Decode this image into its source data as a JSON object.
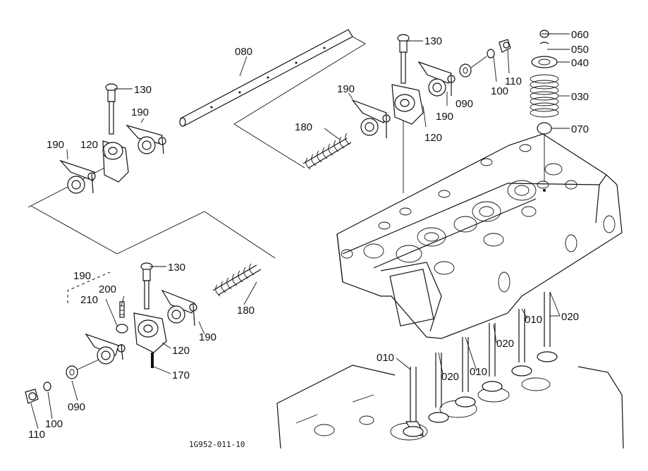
{
  "labels": {
    "p010a": "010",
    "p010b": "010",
    "p010c": "010",
    "p020a": "020",
    "p020b": "020",
    "p020c": "020",
    "p030": "030",
    "p040": "040",
    "p050": "050",
    "p060": "060",
    "p070": "070",
    "p080": "080",
    "p090a": "090",
    "p090b": "090",
    "p100a": "100",
    "p100b": "100",
    "p110a": "110",
    "p110b": "110",
    "p120a": "120",
    "p120b": "120",
    "p120c": "120",
    "p130a": "130",
    "p130b": "130",
    "p130c": "130",
    "p170": "170",
    "p180a": "180",
    "p180b": "180",
    "p190a": "190",
    "p190b": "190",
    "p190c": "190",
    "p190d": "190",
    "p190e": "190",
    "p190f": "190",
    "p200": "200",
    "p210": "210"
  },
  "drawing_code": "1G952-011-10"
}
